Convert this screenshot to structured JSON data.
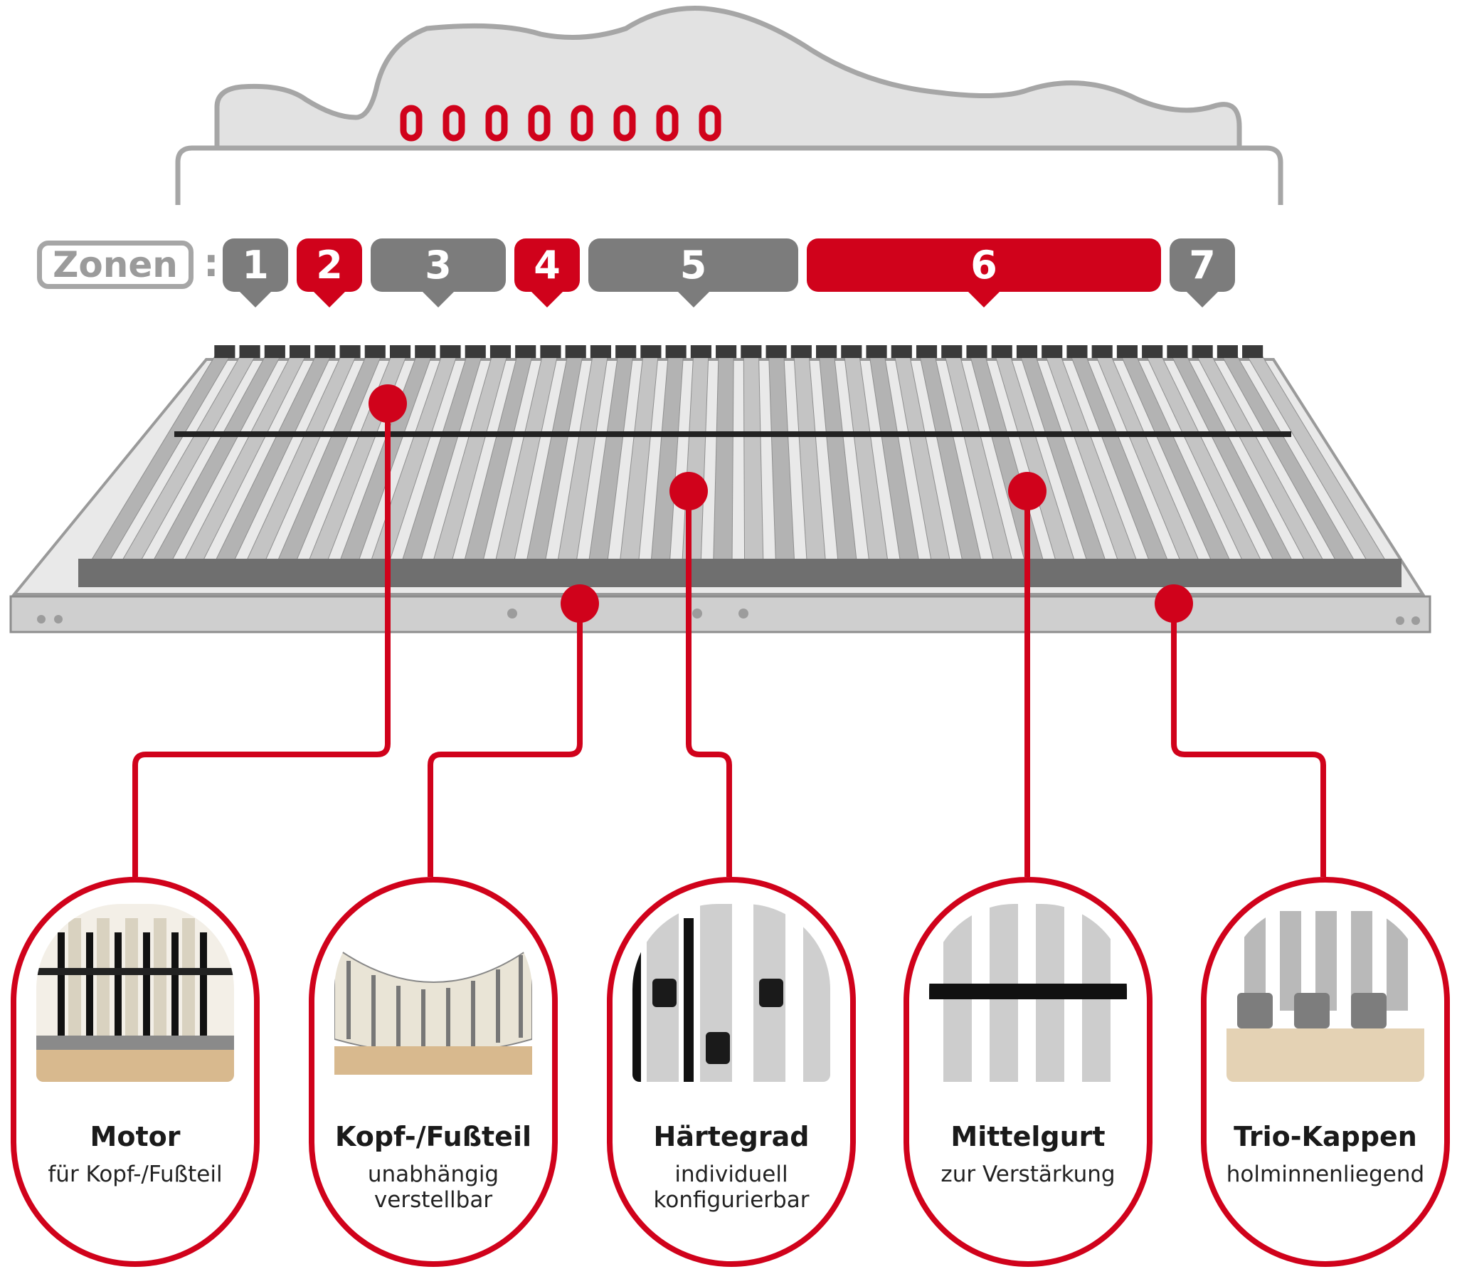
{
  "zones": {
    "label": "Zonen",
    "separator": ":",
    "items": [
      {
        "number": "1",
        "color": "gray"
      },
      {
        "number": "2",
        "color": "red"
      },
      {
        "number": "3",
        "color": "gray"
      },
      {
        "number": "4",
        "color": "red"
      },
      {
        "number": "5",
        "color": "gray"
      },
      {
        "number": "6",
        "color": "red"
      },
      {
        "number": "7",
        "color": "gray"
      }
    ]
  },
  "colors": {
    "accent": "#d0021b",
    "zone_gray": "#7c7c7c",
    "silhouette": "#e2e2e2",
    "outline": "#a6a6a6"
  },
  "features": [
    {
      "title": "Motor",
      "subtitle": "für Kopf-/Fußteil"
    },
    {
      "title": "Kopf-/Fußteil",
      "subtitle": "unabhängig verstellbar"
    },
    {
      "title": "Härtegrad",
      "subtitle": "individuell konfigurierbar"
    },
    {
      "title": "Mittelgurt",
      "subtitle": "zur Verstärkung"
    },
    {
      "title": "Trio-Kappen",
      "subtitle": "holminnenliegend"
    }
  ]
}
